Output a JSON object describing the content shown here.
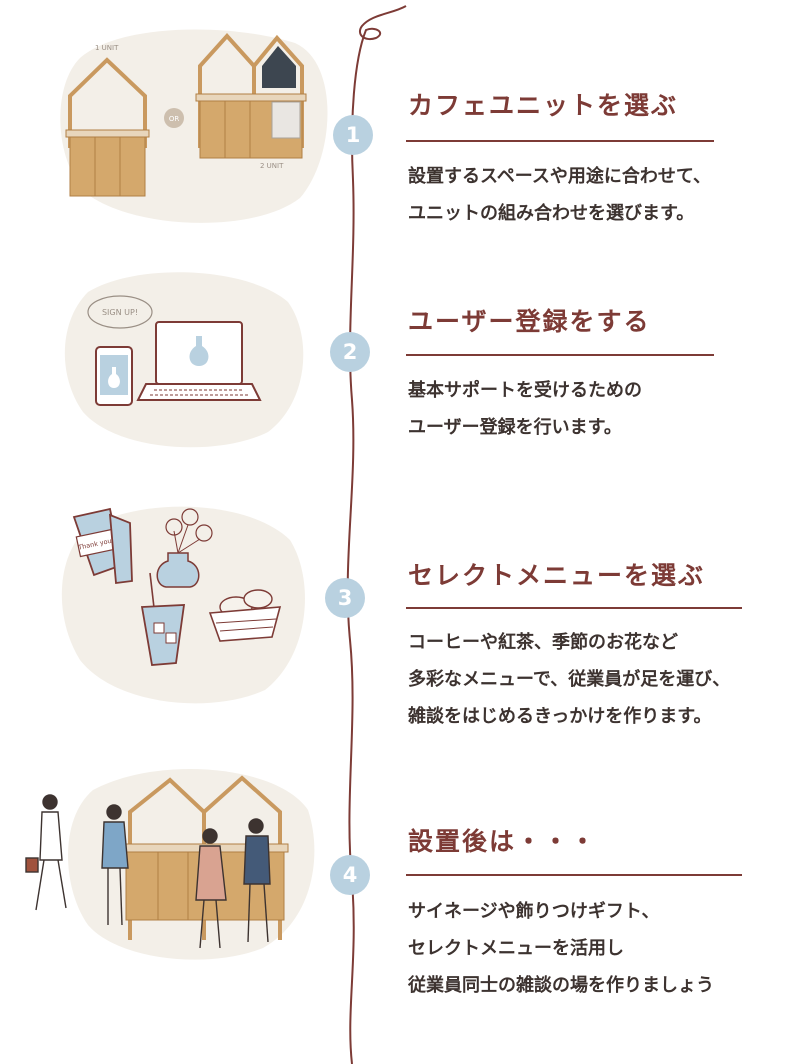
{
  "steps": [
    {
      "number": "1",
      "title": "カフェユニットを選ぶ",
      "description": [
        "設置するスペースや用途に合わせて、",
        "ユニットの組み合わせを選びます。"
      ],
      "illustration": {
        "unit1_label": "1 UNIT",
        "or_label": "OR",
        "unit2_label": "2 UNIT"
      }
    },
    {
      "number": "2",
      "title": "ユーザー登録をする",
      "description": [
        "基本サポートを受けるための",
        "ユーザー登録を行います。"
      ],
      "illustration": {
        "bubble_text": "SIGN UP!"
      }
    },
    {
      "number": "3",
      "title": "セレクトメニューを選ぶ",
      "description": [
        "コーヒーや紅茶、季節のお花など",
        "多彩なメニューで、従業員が足を運び、",
        "雑談をはじめるきっかけを作ります。"
      ],
      "illustration": {
        "cup_text": "Thank you!"
      }
    },
    {
      "number": "4",
      "title": "設置後は・・・",
      "description": [
        "サイネージや飾りつけギフト、",
        "セレクトメニューを活用し",
        "従業員同士の雑談の場を作りましょう"
      ],
      "illustration": {}
    }
  ],
  "colors": {
    "accent": "#7d3b36",
    "badge": "#b9d1e0",
    "blob": "#f3efe8",
    "wood": "#c9995f",
    "text": "#3d3330"
  }
}
